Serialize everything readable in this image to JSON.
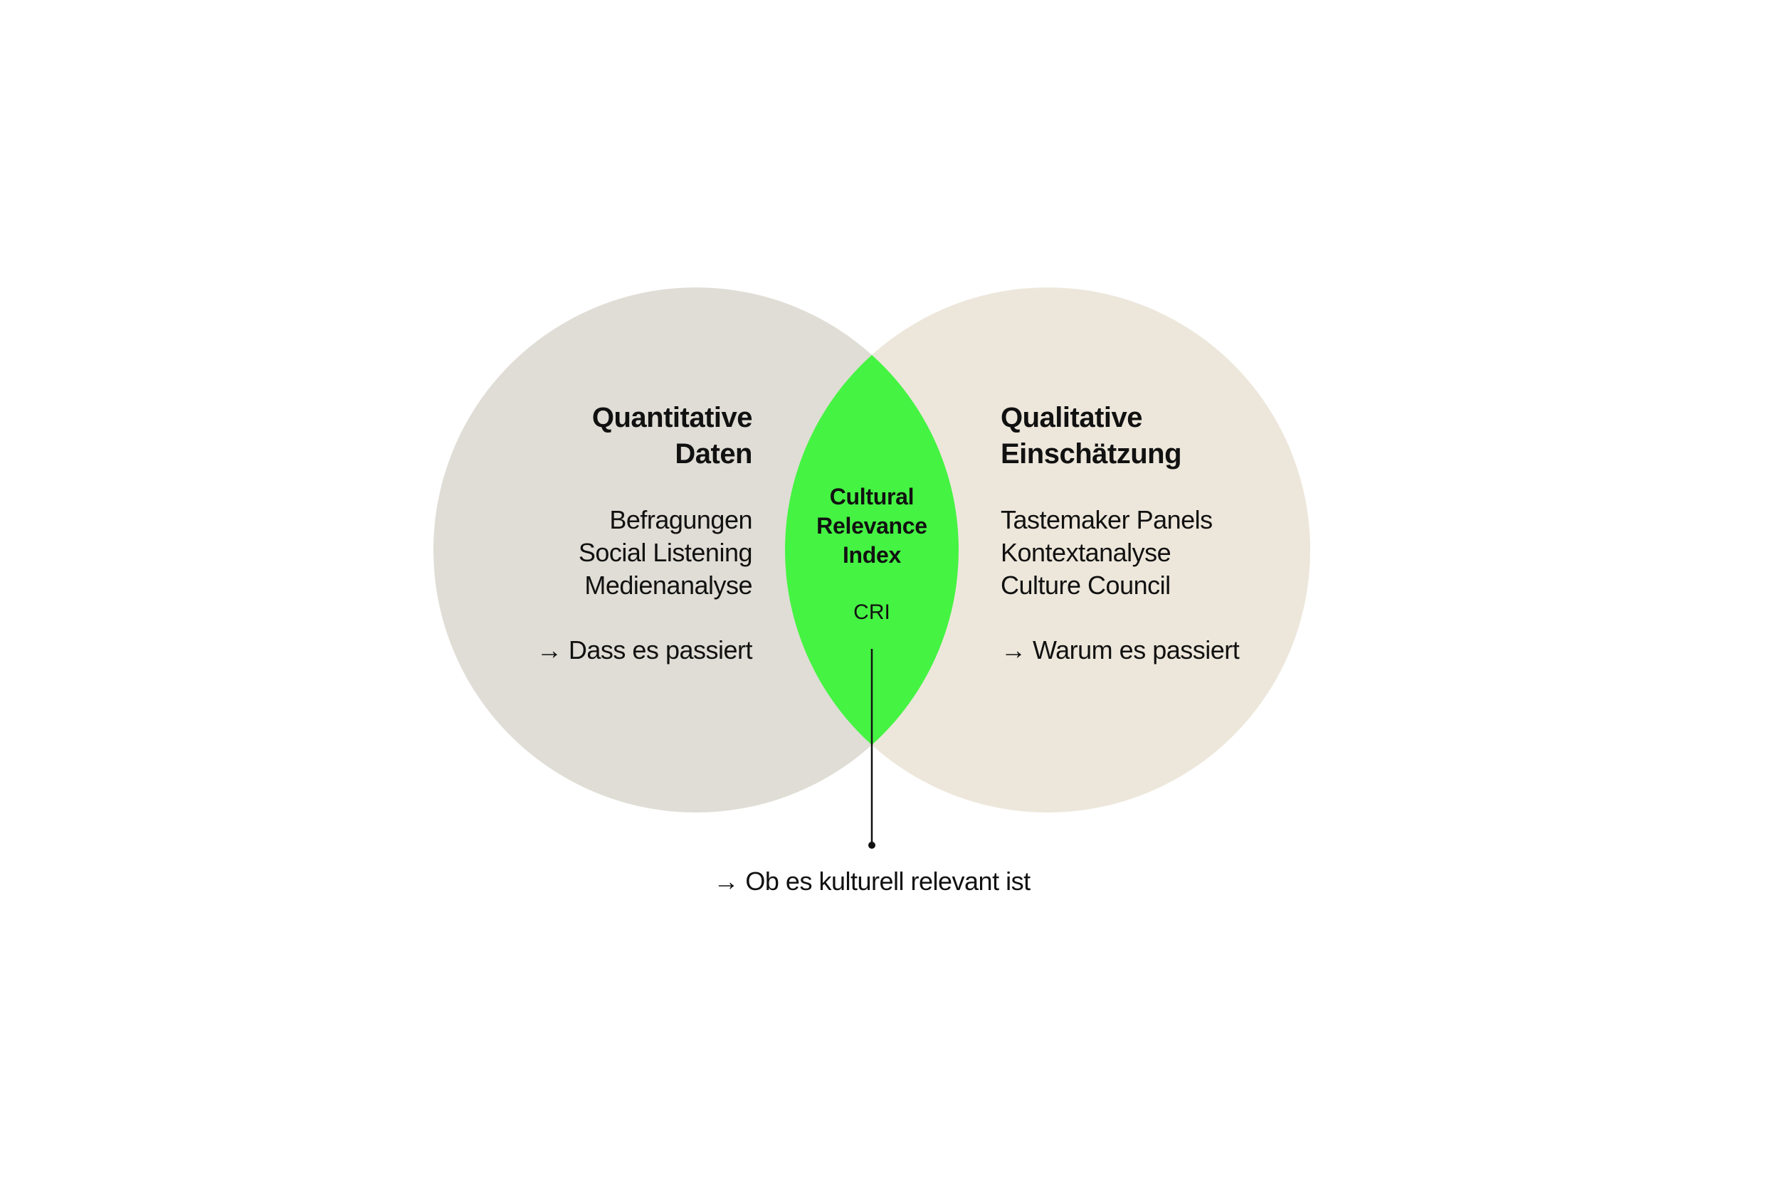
{
  "colors": {
    "left_circle": "#dfddd5",
    "right_circle": "#ede7db",
    "overlap": "#45f343",
    "text": "#111111",
    "connector": "#111111"
  },
  "left": {
    "heading": [
      "Quantitative",
      "Daten"
    ],
    "items": [
      "Befragungen",
      "Social Listening",
      "Medienanalyse"
    ],
    "outcome": "→ Dass es passiert"
  },
  "right": {
    "heading": [
      "Qualitative",
      "Einschätzung"
    ],
    "items": [
      "Tastemaker Panels",
      "Kontextanalyse",
      "Culture Council"
    ],
    "outcome": "→ Warum es passiert"
  },
  "center": {
    "heading": [
      "Cultural",
      "Relevance",
      "Index"
    ],
    "abbreviation": "CRI"
  },
  "bottom": {
    "outcome": "→ Ob es kulturell relevant ist"
  }
}
